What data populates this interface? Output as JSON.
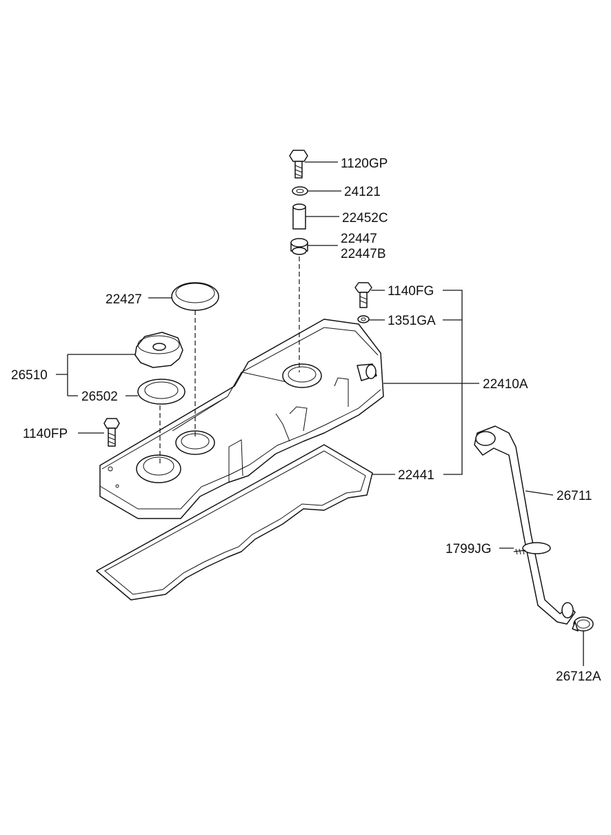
{
  "parts": {
    "p1120GP": "1120GP",
    "p24121": "24121",
    "p22452C": "22452C",
    "p22447": "22447",
    "p22447B": "22447B",
    "p22427": "22427",
    "p1140FG": "1140FG",
    "p1351GA": "1351GA",
    "p26510": "26510",
    "p26502": "26502",
    "p22410A": "22410A",
    "p1140FP": "1140FP",
    "p22441": "22441",
    "p26711": "26711",
    "p1799JG": "1799JG",
    "p26712A": "26712A"
  },
  "colors": {
    "line": "#111111",
    "background": "#ffffff"
  }
}
